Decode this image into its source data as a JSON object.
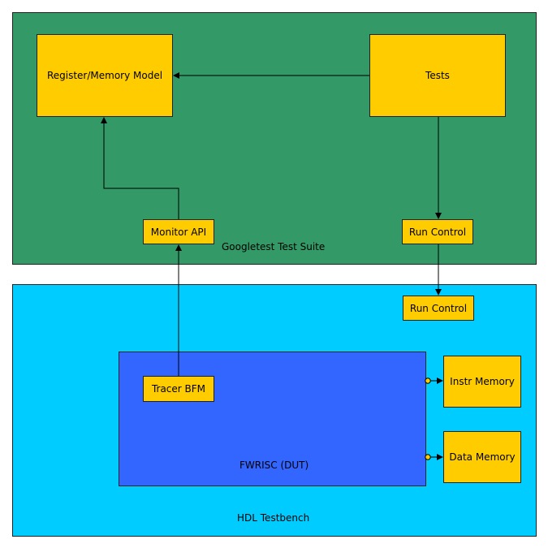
{
  "colors": {
    "googletest_bg": "#339966",
    "hdl_bg": "#00ccff",
    "dut_bg": "#3366ff",
    "block_bg": "#ffcc00",
    "port_fill": "#ffcc00",
    "line": "#000000"
  },
  "googletest_suite": {
    "label": "Googletest Test Suite",
    "register_memory_model": "Register/Memory Model",
    "tests": "Tests",
    "monitor_api": "Monitor API",
    "run_control": "Run Control"
  },
  "hdl_testbench": {
    "label": "HDL Testbench",
    "run_control": "Run Control",
    "dut": {
      "label": "FWRISC (DUT)",
      "tracer_bfm": "Tracer BFM"
    },
    "instr_memory": "Instr Memory",
    "data_memory": "Data Memory"
  }
}
